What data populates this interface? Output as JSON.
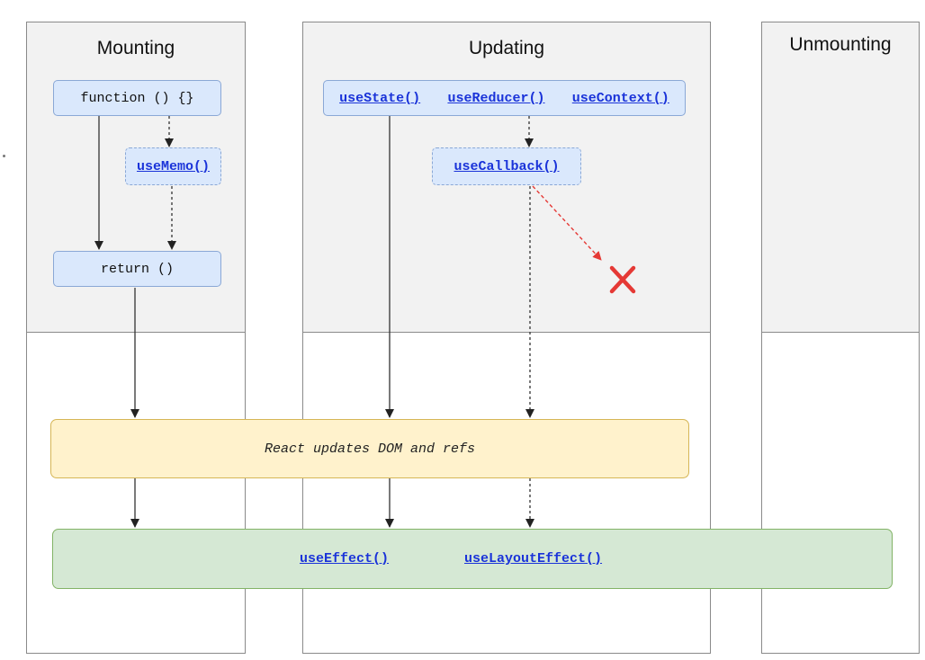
{
  "columns": {
    "mounting": {
      "title": "Mounting"
    },
    "updating": {
      "title": "Updating"
    },
    "unmounting": {
      "title": "Unmounting"
    }
  },
  "mounting_nodes": {
    "function_label": "function () {}",
    "use_memo": "useMemo()",
    "return_label": "return ()"
  },
  "updating_nodes": {
    "use_state": "useState()",
    "use_reducer": "useReducer()",
    "use_context": "useContext()",
    "use_callback": "useCallback()"
  },
  "dom_bar": {
    "label": "React updates DOM and refs"
  },
  "effects_bar": {
    "use_effect": "useEffect()",
    "use_layout_effect": "useLayoutEffect()"
  },
  "colors": {
    "hook_link": "#1a33d9",
    "node_fill": "#dae8fc",
    "dom_bar_fill": "#fff2cc",
    "effects_bar_fill": "#d5e8d4",
    "cross": "#e53935",
    "red_arrow": "#e53935"
  },
  "icons": {
    "cross": "x-mark-icon"
  }
}
